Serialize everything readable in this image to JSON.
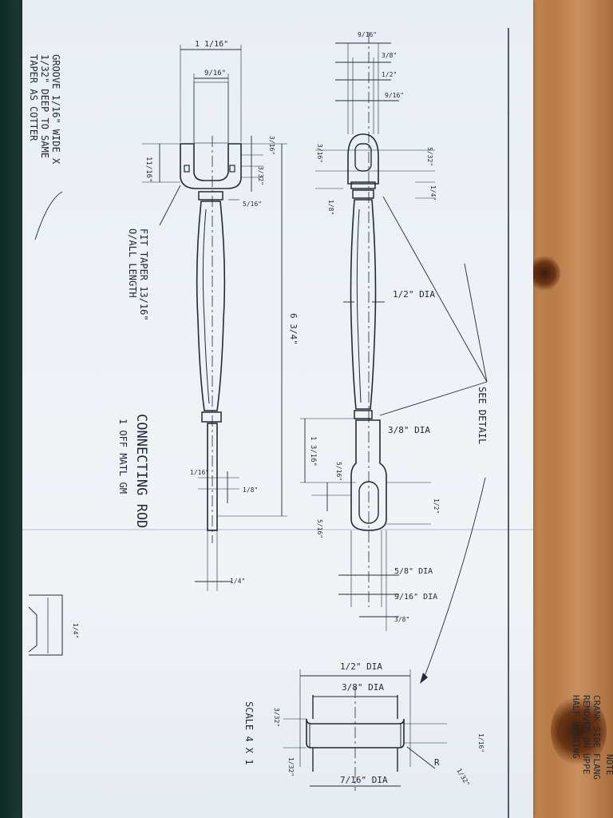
{
  "drawing": {
    "title": "CONNECTING ROD",
    "subtitle": "1 OFF     MATL  GM",
    "notes": {
      "groove": [
        "GROOVE 1/16\" WIDE X",
        "1/32\" DEEP TO SAME",
        "TAPER AS COTTER"
      ],
      "fit_taper": [
        "FIT TAPER 13/16\"",
        "O/ALL LENGTH"
      ],
      "see_detail": "SEE DETAIL",
      "scale": "SCALE  4 X 1",
      "crank": [
        "NOTE",
        "CRANK SIDE FLANG",
        "REMOVED ON UPPE",
        "HALF BEARING"
      ]
    },
    "dims_side": {
      "top_width": "1 1/16\"",
      "inner_width": "9/16\"",
      "eye_height": "11/16\"",
      "slot_a": "3/16\"",
      "slot_b": "3/32\"",
      "slot_c": "5/16\"",
      "overall": "6 3/4\"",
      "bottom_a": "1/16\"",
      "bottom_b": "1/8\"",
      "bottom_c": "1/4\""
    },
    "dims_front": {
      "top_a": "9/16\"",
      "top_b": "3/8\"",
      "top_c": "1/2\"",
      "top_d": "9/16\"",
      "big_a": "3/16\"",
      "big_b": "5/32\"",
      "big_c": "1/4\"",
      "big_d": "1/8\"",
      "shank": "1/2\" DIA",
      "collar": "3/8\" DIA",
      "length": "1 3/16\"",
      "eye_a": "5/16\"",
      "eye_b": "1/2\"",
      "eye_c": "5/16\"",
      "foot_a": "5/8\" DIA",
      "foot_b": "9/16\" DIA",
      "foot_c": "3/8\""
    },
    "detail": {
      "top_dia": "1/2\" DIA",
      "mid_dia": "3/8\" DIA",
      "bottom_dia": "7/16\" DIA",
      "left_a": "3/32\"",
      "left_b": "1/32\"",
      "right_a": "1/16\"",
      "radius": "R",
      "radius_val": "1/32\""
    },
    "small_box_dim": "1/4\""
  }
}
